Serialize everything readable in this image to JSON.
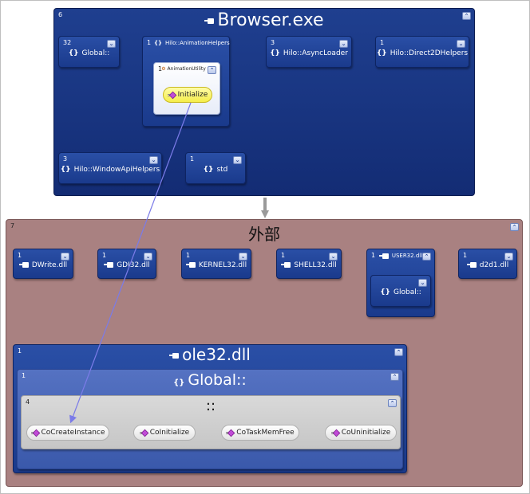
{
  "browser": {
    "count": "6",
    "title": "Browser.exe",
    "children": [
      {
        "count": "32",
        "label": "Global::"
      },
      {
        "count": "1",
        "label": "Hilo::AnimationHelpers"
      },
      {
        "count": "3",
        "label": "Hilo::AsyncLoader"
      },
      {
        "count": "1",
        "label": "Hilo::Direct2DHelpers"
      },
      {
        "count": "3",
        "label": "Hilo::WindowApiHelpers"
      },
      {
        "count": "1",
        "label": "std"
      }
    ],
    "animation_utility": {
      "count": "1",
      "label": "AnimationUtility",
      "method": "Initialize"
    }
  },
  "external": {
    "count": "7",
    "title": "外部",
    "dlls": [
      {
        "count": "1",
        "label": "DWrite.dll"
      },
      {
        "count": "1",
        "label": "GDI32.dll"
      },
      {
        "count": "1",
        "label": "KERNEL32.dll"
      },
      {
        "count": "1",
        "label": "SHELL32.dll"
      },
      {
        "count": "1",
        "label": "USER32.dll"
      },
      {
        "count": "1",
        "label": "d2d1.dll"
      }
    ],
    "user32_global": "Global::",
    "ole32": {
      "count": "1",
      "title": "ole32.dll",
      "global": {
        "count": "1",
        "title": "Global::"
      },
      "members": {
        "count": "4",
        "title": "::"
      },
      "methods": [
        "CoCreateInstance",
        "CoInitialize",
        "CoTaskMemFree",
        "CoUninitialize"
      ]
    }
  },
  "colors": {
    "group_blue": "#132c74",
    "external_bg": "#a98181",
    "link": "#7b7be8",
    "highlight": "#f5ee4a"
  }
}
